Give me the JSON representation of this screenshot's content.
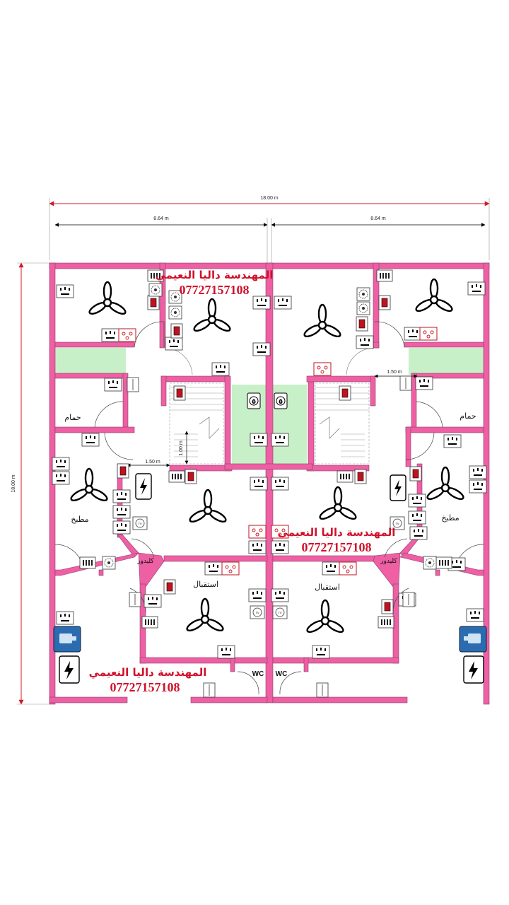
{
  "dimensions": {
    "total_width": "18.00 m",
    "half_left": "8.64 m",
    "half_right": "8.64 m",
    "total_height": "18.00 m",
    "corridor_left": "1.50 m",
    "corridor_right": "1.50 m",
    "stair_width": "1.00 m"
  },
  "rooms": {
    "bath_left": "حمام",
    "bath_right": "حمام",
    "kitchen_left": "مطبخ",
    "kitchen_right": "مطبخ",
    "reception_left": "استقبال",
    "reception_right": "استقبال",
    "corridor_left": "كليدور",
    "corridor_right": "كليدور",
    "wc_left": "WC",
    "wc_right": "WC"
  },
  "stairs": {
    "left_number": "٥",
    "right_number": "٥"
  },
  "watermarks": [
    {
      "name": "المهندسة داليا النعيمي",
      "phone": "07727157108"
    },
    {
      "name": "المهندسة داليا النعيمي",
      "phone": "07727157108"
    },
    {
      "name": "المهندسة داليا النعيمي",
      "phone": "07727157108"
    }
  ],
  "symbols": {
    "tv_label": "TV"
  },
  "colors": {
    "wall": "#ee5fa4",
    "green_area": "#c8f0c8",
    "watermark": "#d0112b",
    "meter_blue": "#2b6cb0",
    "switch_red": "#c1121f"
  }
}
